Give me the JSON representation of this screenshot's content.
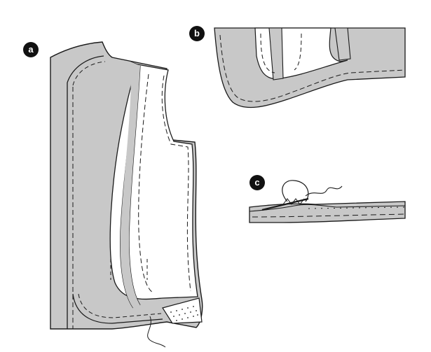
{
  "labels": {
    "a": "a",
    "b": "b",
    "c": "c"
  },
  "colors": {
    "fabric": "#c8c8c8",
    "lining": "#ffffff",
    "outline": "#1a1a1a",
    "badge": "#111111"
  }
}
